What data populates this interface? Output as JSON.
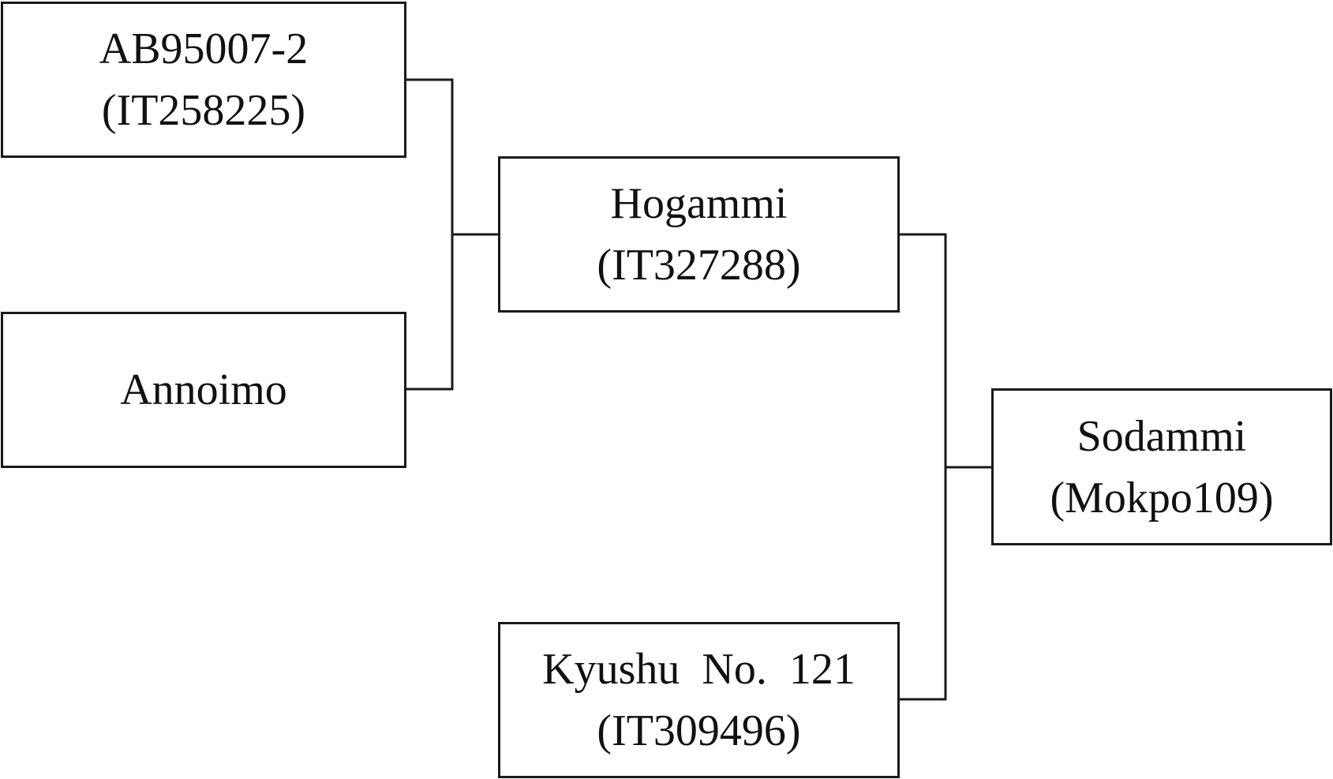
{
  "nodes": {
    "ab95007": {
      "name": "AB95007-2",
      "code": "(IT258225)"
    },
    "annoimo": {
      "name": "Annoimo"
    },
    "hogammi": {
      "name": "Hogammi",
      "code": "(IT327288)"
    },
    "kyushu": {
      "name": "Kyushu  No.  121",
      "code": "(IT309496)"
    },
    "sodammi": {
      "name": "Sodammi",
      "code": "(Mokpo109)"
    }
  },
  "crosses": [
    {
      "parents": [
        "ab95007",
        "annoimo"
      ],
      "child": "hogammi"
    },
    {
      "parents": [
        "hogammi",
        "kyushu"
      ],
      "child": "sodammi"
    }
  ],
  "colors": {
    "line": "#1a1a1a",
    "text": "#111111",
    "background": "#ffffff"
  }
}
